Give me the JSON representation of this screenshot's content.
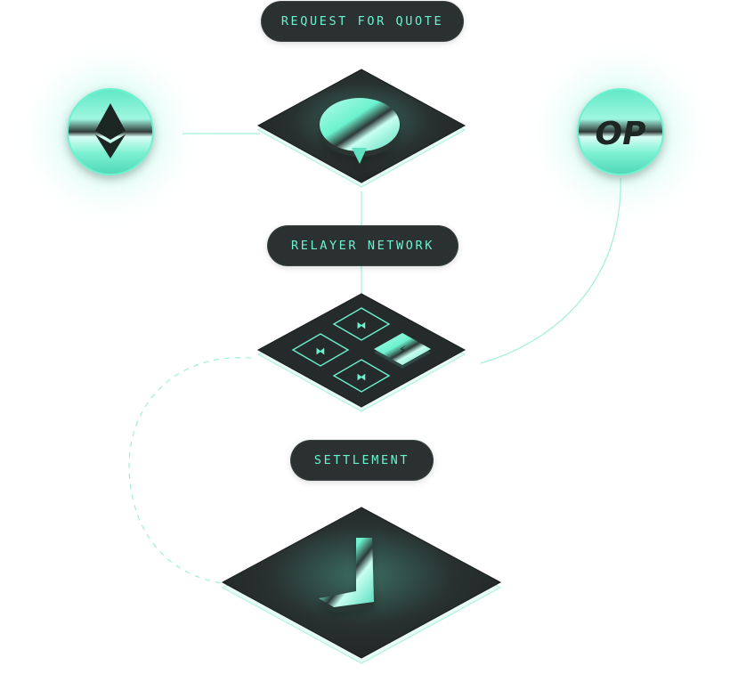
{
  "colors": {
    "accent": "#6cf2cf",
    "tile_dark": "#252a2a",
    "pill_bg": "#2b3030",
    "glow": "#7ff5d7"
  },
  "labels": {
    "request_for_quote": "REQUEST FOR QUOTE",
    "relayer_network": "RELAYER NETWORK",
    "settlement": "SETTLEMENT"
  },
  "chain_badges": {
    "left": {
      "icon": "ethereum-icon"
    },
    "right": {
      "icon": "optimism-icon",
      "text": "OP"
    }
  },
  "tiles": {
    "rfq": {
      "icon": "chat-bubble-icon"
    },
    "relayer": {
      "icon": "relayer-grid-icon",
      "nodes": 4,
      "active_node": 4
    },
    "settlement": {
      "icon": "checkmark-icon"
    }
  }
}
